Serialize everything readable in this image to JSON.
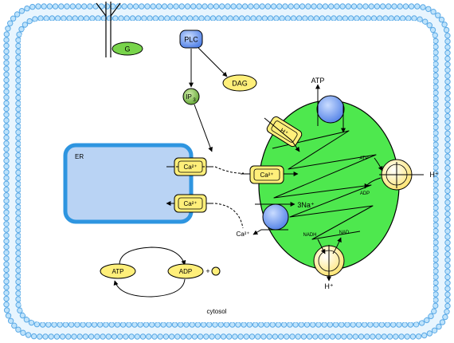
{
  "labels": {
    "g_protein": "G",
    "plc": "PLC",
    "ip3": "IP",
    "ip3_sub": "3",
    "dag": "DAG",
    "er": "ER",
    "ca2_er_in": "Ca²⁺",
    "ca2_er_out": "Ca²⁺",
    "ca2_channel": "Ca²⁺",
    "ca2_free": "Ca²⁺",
    "h_pump": "H⁺",
    "atp_top": "ATP",
    "atp_synthase_atp": "ATP",
    "atp_synthase_adp": "ADP",
    "h_right": "H⁺",
    "na_exchanger": "3Na⁺",
    "nadh": "NADH",
    "nad": "NAD",
    "h_bottom": "H⁺",
    "atp_cycle": "ATP",
    "adp_cycle": "ADP",
    "plus": "+",
    "cytosol": "cytosol"
  },
  "colors": {
    "membrane": "#5aa9e6",
    "membrane_fill": "#bfe3fb",
    "er_border": "#2e95e0",
    "er_fill": "#b9d3f4",
    "mitochondrion": "#4ee84e",
    "g_protein": "#78d44b",
    "plc": "#5b8ef0",
    "ip3": "#7fbe4a",
    "ion": "#ffef7a",
    "transporter": "#6f9cf2"
  }
}
